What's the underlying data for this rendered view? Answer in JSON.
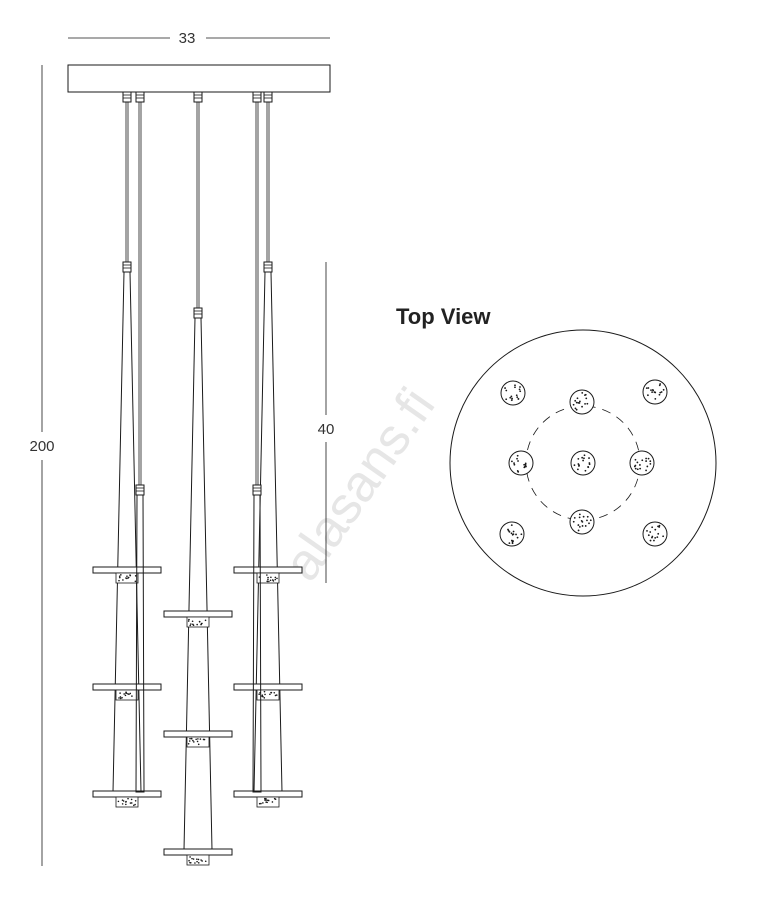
{
  "dimensions": {
    "width": "33",
    "height": "200",
    "pendant_length": "40"
  },
  "top_view": {
    "title": "Top View"
  },
  "watermark": "alasans.fi",
  "colors": {
    "line": "#1a1a1a",
    "watermark": "#e6e6e6"
  }
}
